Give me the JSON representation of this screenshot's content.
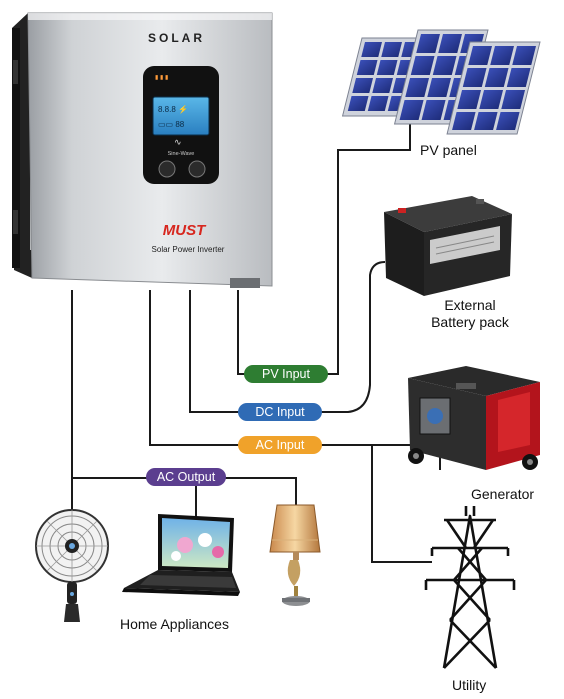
{
  "inverter": {
    "brand_top": "SOLAR",
    "logo": "MUST",
    "product_name": "Solar Power Inverter",
    "screen_caption": "Sine-Wave"
  },
  "devices": {
    "pv_panel": "PV panel",
    "battery_line1": "External",
    "battery_line2": "Battery pack",
    "generator": "Generator",
    "utility": "Utility",
    "appliances": "Home Appliances"
  },
  "connections": {
    "pv_input": "PV Input",
    "dc_input": "DC Input",
    "ac_input": "AC Input",
    "ac_output": "AC Output"
  },
  "colors": {
    "pv_input": "#2e7d32",
    "dc_input": "#2f6bb5",
    "ac_input": "#f0a22a",
    "ac_output": "#5b3e8f",
    "wire": "#1a1a1a"
  }
}
